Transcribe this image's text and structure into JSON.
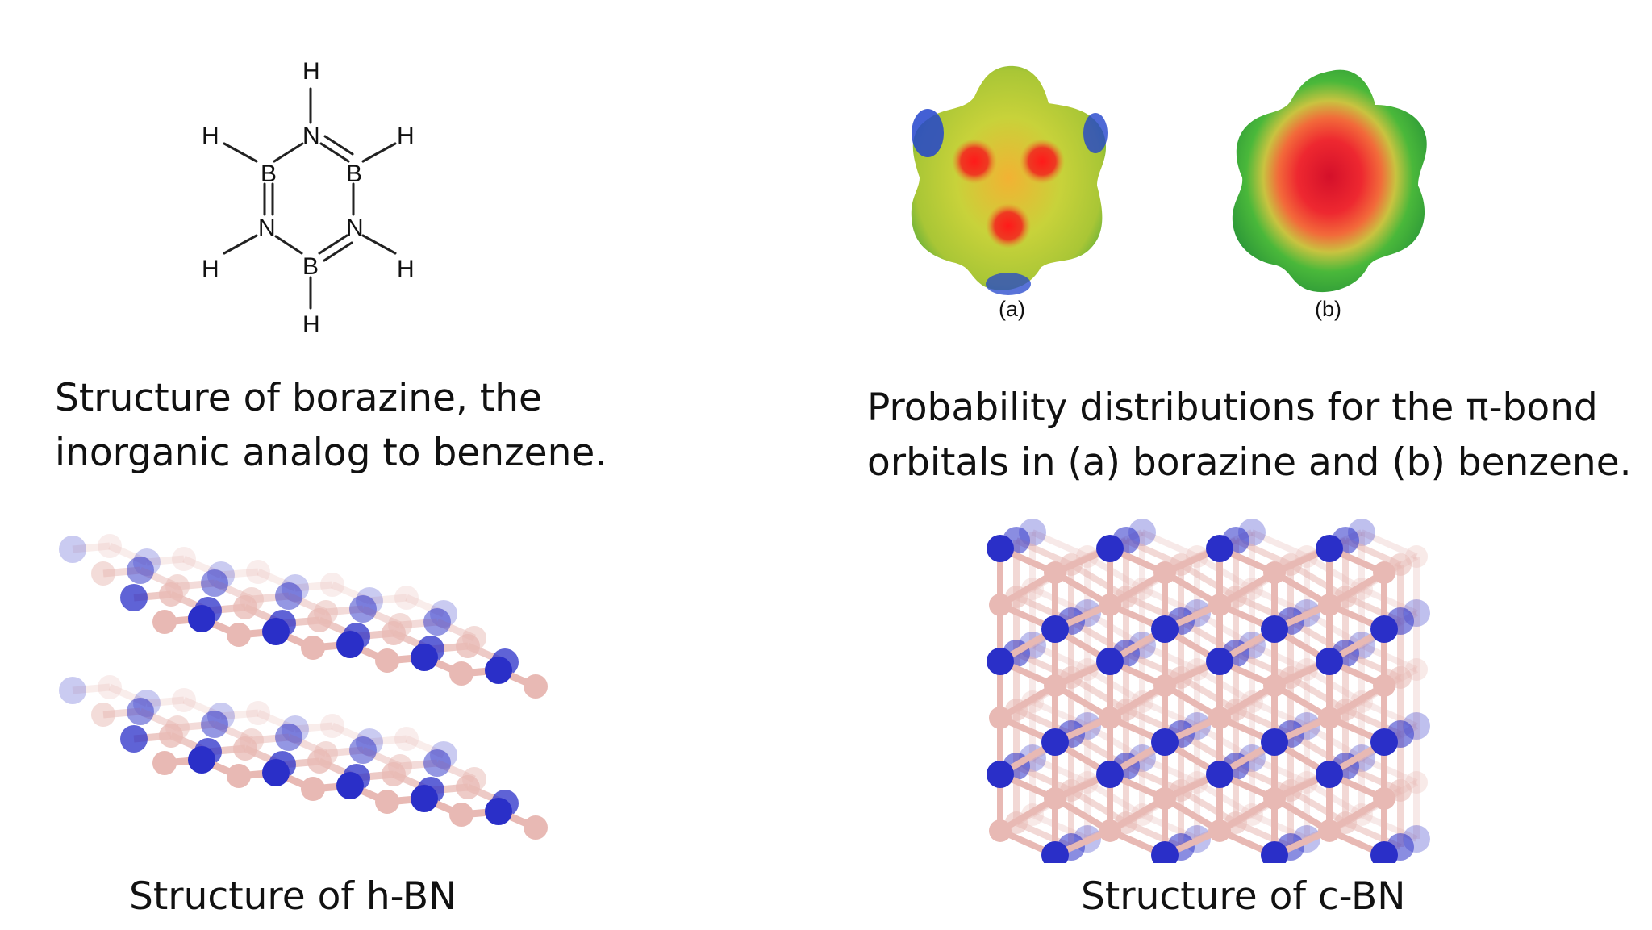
{
  "borazine": {
    "caption_line1": "Structure of borazine, the",
    "caption_line2": "inorganic analog to benzene.",
    "atoms": {
      "hydrogen": "H",
      "boron": "B",
      "nitrogen": "N"
    }
  },
  "orbitals": {
    "label_a": "(a)",
    "label_b": "(b)",
    "caption_line1": "Probability distributions for the π-bond",
    "caption_line2": "orbitals in (a) borazine and (b) benzene."
  },
  "hbn": {
    "caption": "Structure of h-BN"
  },
  "cbn": {
    "caption": "Structure of c-BN"
  },
  "colors": {
    "nitrogen": "#2a2fc8",
    "boron": "#e8b9b4",
    "text": "#111111"
  }
}
